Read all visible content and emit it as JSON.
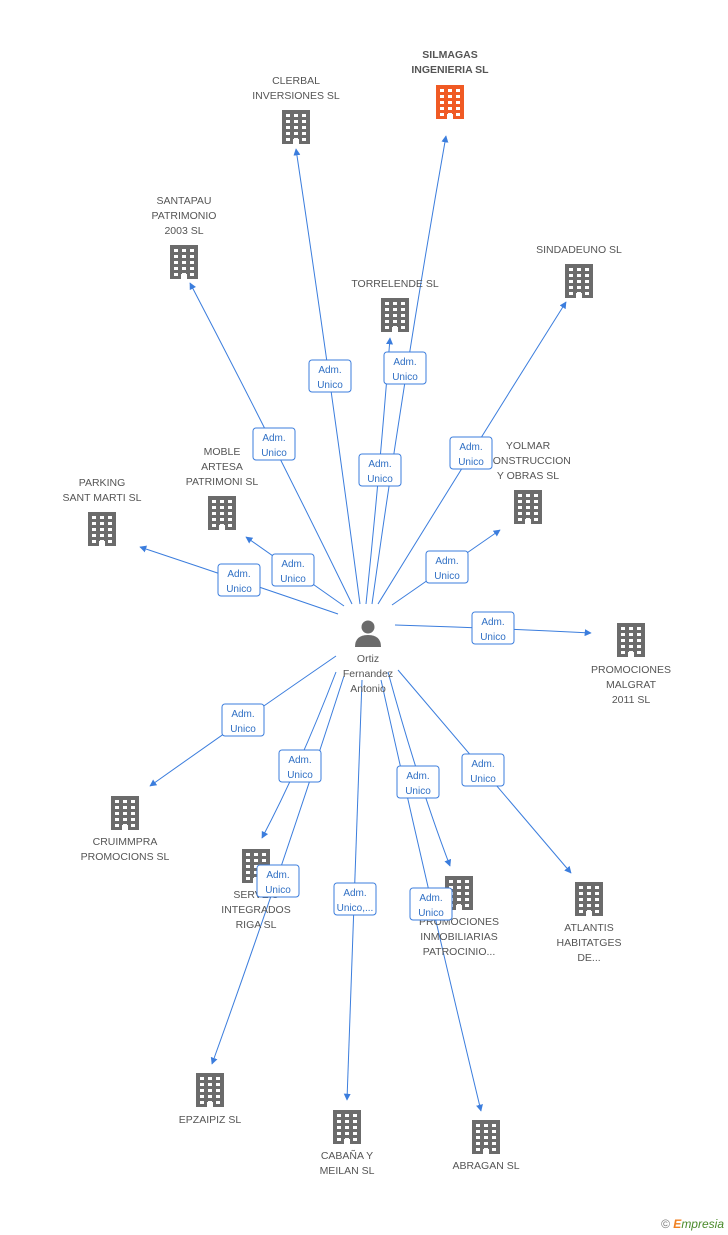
{
  "center": {
    "lines": [
      "Ortiz",
      "Fernandez",
      "Antonio"
    ],
    "icon": "person-icon"
  },
  "colors": {
    "edge": "#3b7ddd",
    "building": "#6b6b6b",
    "highlight": "#f05a24",
    "person": "#6b6b6b"
  },
  "companies": [
    {
      "id": "silmagas",
      "lines": [
        "SILMAGAS",
        "INGENIERIA SL"
      ],
      "highlight": true
    },
    {
      "id": "clerbal",
      "lines": [
        "CLERBAL",
        "INVERSIONES SL"
      ]
    },
    {
      "id": "santapau",
      "lines": [
        "SANTAPAU",
        "PATRIMONIO",
        "2003 SL"
      ]
    },
    {
      "id": "torrelende",
      "lines": [
        "TORRELENDE SL"
      ]
    },
    {
      "id": "sindadeuno",
      "lines": [
        "SINDADEUNO  SL"
      ]
    },
    {
      "id": "moble",
      "lines": [
        "MOBLE",
        "ARTESA",
        "PATRIMONI SL"
      ]
    },
    {
      "id": "yolmar",
      "lines": [
        "YOLMAR",
        "CONSTRUCCION",
        "Y OBRAS SL"
      ]
    },
    {
      "id": "parking",
      "lines": [
        "PARKING",
        "SANT MARTI  SL"
      ]
    },
    {
      "id": "malgrat",
      "lines": [
        "PROMOCIONES",
        "MALGRAT",
        "2011 SL"
      ]
    },
    {
      "id": "cruimmpra",
      "lines": [
        "CRUIMMPRA",
        "PROMOCIONS SL"
      ]
    },
    {
      "id": "riga",
      "lines": [
        "SERVEIS",
        "INTEGRADOS",
        "RIGA SL"
      ]
    },
    {
      "id": "patrocinio",
      "lines": [
        "PROMOCIONES",
        "INMOBILIARIAS",
        "PATROCINIO..."
      ]
    },
    {
      "id": "atlantis",
      "lines": [
        "ATLANTIS",
        "HABITATGES",
        "DE..."
      ]
    },
    {
      "id": "epzaipiz",
      "lines": [
        "EPZAIPIZ SL"
      ]
    },
    {
      "id": "cabana",
      "lines": [
        "CABAÑA Y",
        "MEILAN SL"
      ]
    },
    {
      "id": "abragan",
      "lines": [
        "ABRAGAN SL"
      ]
    }
  ],
  "edges": [
    {
      "to": "silmagas",
      "label": [
        "Adm.",
        "Unico"
      ]
    },
    {
      "to": "clerbal",
      "label": [
        "Adm.",
        "Unico"
      ]
    },
    {
      "to": "santapau",
      "label": [
        "Adm.",
        "Unico"
      ]
    },
    {
      "to": "torrelende",
      "label": [
        "Adm.",
        "Unico"
      ]
    },
    {
      "to": "sindadeuno",
      "label": [
        "Adm.",
        "Unico"
      ]
    },
    {
      "to": "moble",
      "label": [
        "Adm.",
        "Unico"
      ]
    },
    {
      "to": "yolmar",
      "label": [
        "Adm.",
        "Unico"
      ]
    },
    {
      "to": "parking",
      "label": [
        "Adm.",
        "Unico"
      ]
    },
    {
      "to": "malgrat",
      "label": [
        "Adm.",
        "Unico"
      ]
    },
    {
      "to": "cruimmpra",
      "label": [
        "Adm.",
        "Unico"
      ]
    },
    {
      "to": "riga",
      "label": [
        "Adm.",
        "Unico"
      ]
    },
    {
      "to": "patrocinio",
      "label": [
        "Adm.",
        "Unico"
      ]
    },
    {
      "to": "atlantis",
      "label": [
        "Adm.",
        "Unico"
      ]
    },
    {
      "to": "epzaipiz",
      "label": [
        "Adm.",
        "Unico"
      ]
    },
    {
      "to": "cabana",
      "label": [
        "Adm.",
        "Unico,..."
      ]
    },
    {
      "to": "abragan",
      "label": [
        "Adm.",
        "Unico"
      ]
    }
  ],
  "credit": {
    "copyright": "©",
    "brand_initial": "E",
    "brand_rest": "mpresia"
  }
}
